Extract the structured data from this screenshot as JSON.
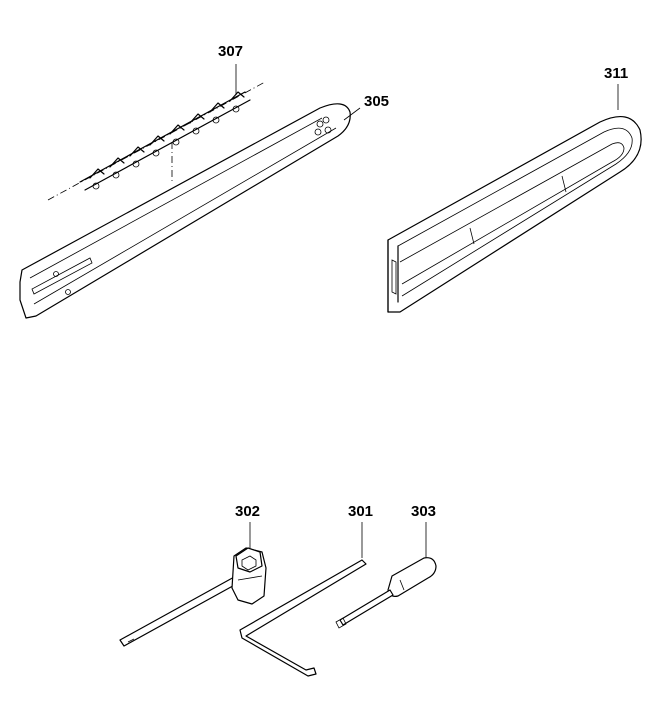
{
  "parts": {
    "chain": {
      "number": "307"
    },
    "bar": {
      "number": "305"
    },
    "cover": {
      "number": "311"
    },
    "wrench": {
      "number": "302"
    },
    "hexkey": {
      "number": "301"
    },
    "screwdriver": {
      "number": "303"
    }
  }
}
